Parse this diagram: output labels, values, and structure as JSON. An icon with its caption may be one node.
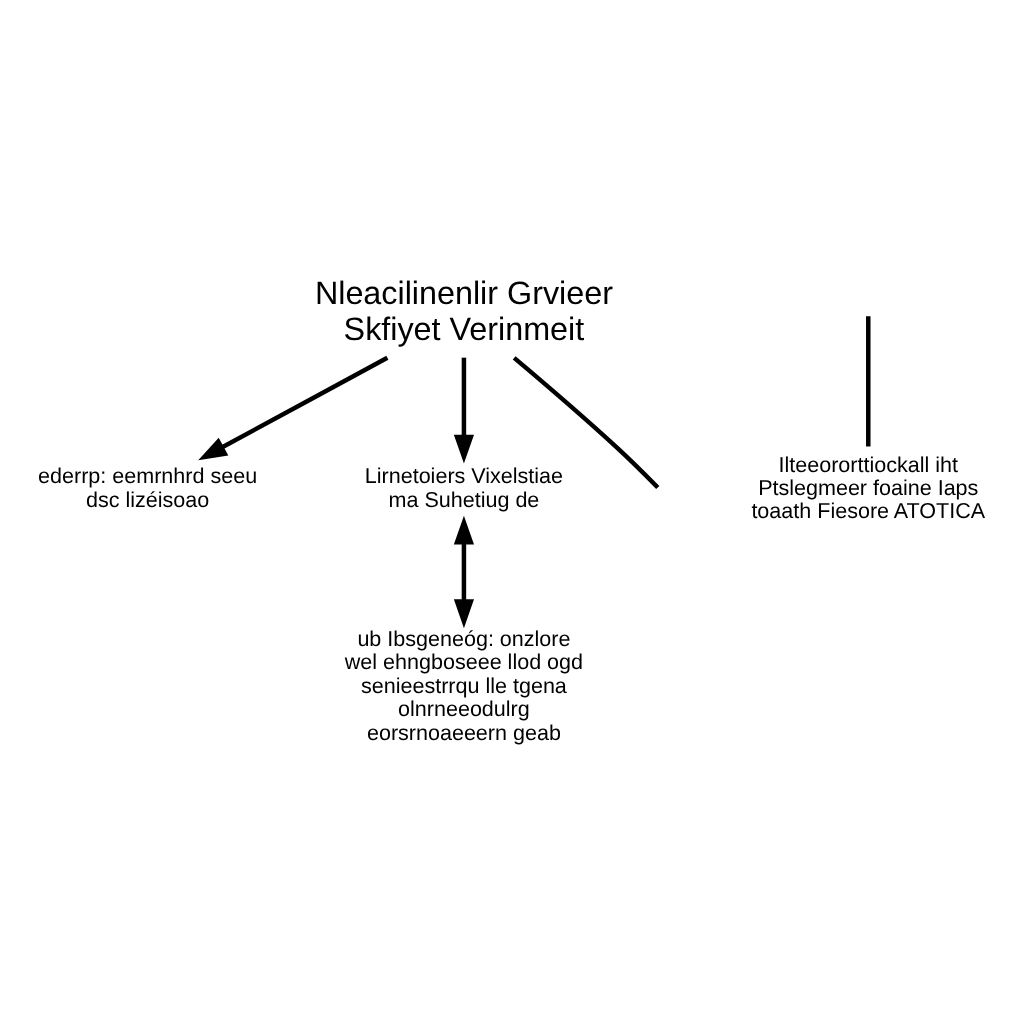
{
  "diagram": {
    "nodes": [
      {
        "text": [
          "Nleacilinenlir Grvieer Skfiyet Verinmeit"
        ]
      },
      {
        "text": [
          "ederrp: eemrnhrd seeu dsc lizéisoao"
        ]
      },
      {
        "text": [
          "Lirnetoiers Vixelstiae ma Suhetiug de"
        ]
      },
      {
        "text": [
          "Ilteeororttiockall iht Ptslegmeer foaine Iaps toaath Fiesore ATOTICA"
        ]
      },
      {
        "text": [
          "ub Ibsgeneóg: onzlore wel ehngboseee llod ogd senieestrrqu lle tgena olnrneeodulrg eorsrnoaeeern geab"
        ]
      }
    ],
    "edges": [
      {
        "from": 0,
        "to": 1,
        "arrow": "to"
      },
      {
        "from": null,
        "to": 0,
        "arrow": "none"
      },
      {
        "from": 0,
        "to": 2,
        "arrow": "to"
      },
      {
        "from": 4,
        "to": 2,
        "arrow": "both"
      },
      {
        "from": null,
        "to": 3,
        "arrow": "none"
      }
    ]
  }
}
